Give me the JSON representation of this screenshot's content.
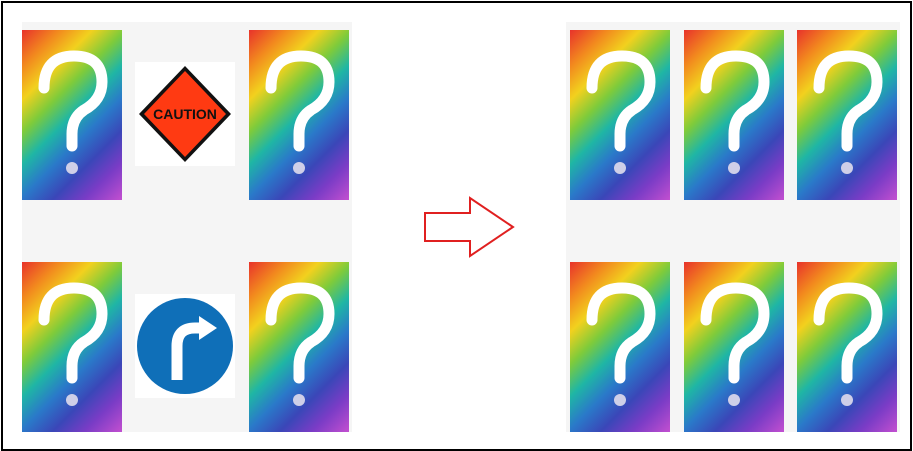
{
  "puzzle": {
    "left_grid": {
      "top_row": [
        "hidden-card",
        "caution-sign",
        "hidden-card"
      ],
      "bottom_row": [
        "hidden-card",
        "turn-right-sign",
        "hidden-card"
      ]
    },
    "right_grid": {
      "top_row": [
        "hidden-card",
        "hidden-card",
        "hidden-card"
      ],
      "bottom_row": [
        "hidden-card",
        "hidden-card",
        "hidden-card"
      ]
    },
    "caution_sign": {
      "text": "CAUTION",
      "fill_color": "#ff3a12",
      "border_color": "#111111"
    },
    "turn_sign": {
      "icon": "turn-right-arrow-icon",
      "fill_color": "#0f6fb8"
    },
    "card": {
      "icon": "question-mark-icon",
      "style": "rainbow-gradient"
    },
    "arrow": {
      "icon": "right-arrow-outline-icon",
      "color": "#e02020"
    }
  }
}
